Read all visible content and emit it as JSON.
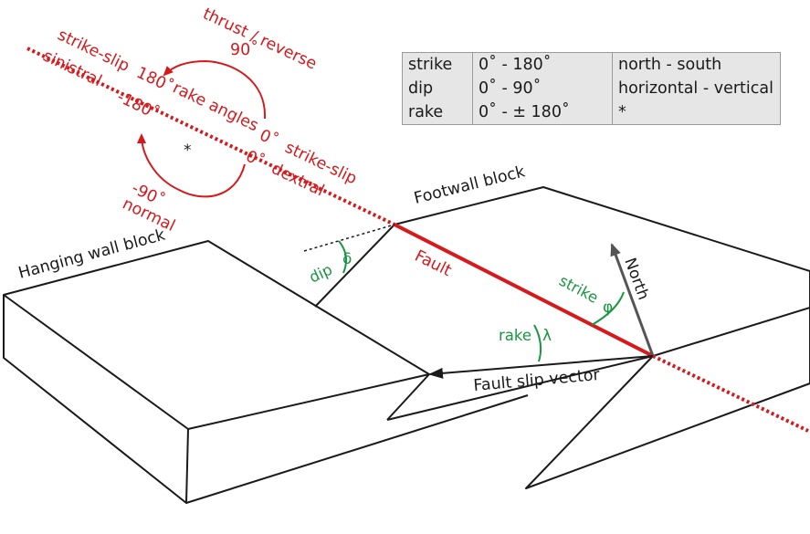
{
  "colors": {
    "fault": "#d7191c",
    "angle_labels": "#1a9641",
    "lines": "#1a1a1a",
    "north_arrow": "#555555",
    "table_bg": "#e6e6e6"
  },
  "rake_diagram": {
    "top_label_line1": "thrust / reverse",
    "top_label_line2": "90˚",
    "left_label_line1": "strike-slip  180˚",
    "left_label_line2": "sinistral",
    "left_label_line3": "-180˚",
    "center_label": "rake angles",
    "right_label_line1": "0˚  strike-slip",
    "right_label_line2": "0˚  dextral",
    "bottom_label_line1": "-90˚",
    "bottom_label_line2": "normal",
    "center_marker": "*"
  },
  "table": {
    "rows": [
      {
        "name": "strike",
        "range": "0˚ - 180˚",
        "meaning": "north - south"
      },
      {
        "name": "dip",
        "range": "0˚ - 90˚",
        "meaning": "horizontal - vertical"
      },
      {
        "name": "rake",
        "range": "0˚ - ± 180˚",
        "meaning": "*"
      }
    ]
  },
  "blocks": {
    "footwall": "Footwall block",
    "hanging_wall": "Hanging wall block"
  },
  "fault_label": "Fault",
  "north_label": "North",
  "slip_vector_label": "Fault slip vector",
  "angles": {
    "dip_name": "dip",
    "dip_symbol": "δ",
    "strike_name": "strike",
    "strike_symbol": "φ",
    "rake_name": "rake",
    "rake_symbol": "λ"
  }
}
